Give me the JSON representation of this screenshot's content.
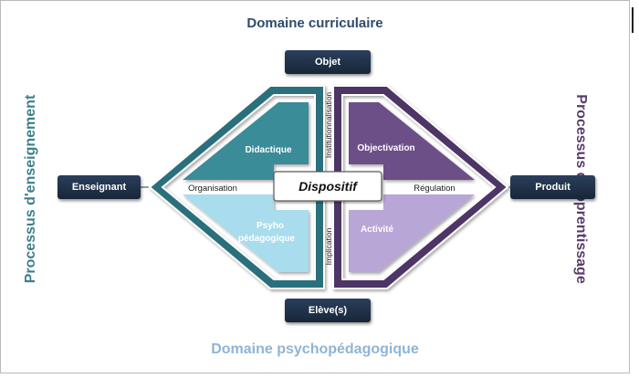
{
  "titles": {
    "top": "Domaine curriculaire",
    "bottom": "Domaine psychopédagogique",
    "left": "Processus d'enseignement",
    "right": "Processus d'apprentissage"
  },
  "nodes": {
    "objet": "Objet",
    "enseignant": "Enseignant",
    "produit": "Produit",
    "eleve": "Elève(s)"
  },
  "center": "Dispositif",
  "quadrants": {
    "top_left": "Didactique",
    "bottom_left_line1": "Psyho",
    "bottom_left_line2": "pédagogique",
    "top_right": "Objectivation",
    "bottom_right": "Activité"
  },
  "axes": {
    "left": "Organisation",
    "right": "Régulation",
    "top": "Institutionnalisation",
    "bottom": "Implication"
  },
  "colors": {
    "teal_dark": "#2c6f7c",
    "teal_mid": "#3a8c99",
    "teal_light": "#a9dcec",
    "purple_dark": "#4e3466",
    "purple_mid": "#6d4f88",
    "purple_light": "#b8a6d6",
    "node_bg": "#1f3047"
  }
}
